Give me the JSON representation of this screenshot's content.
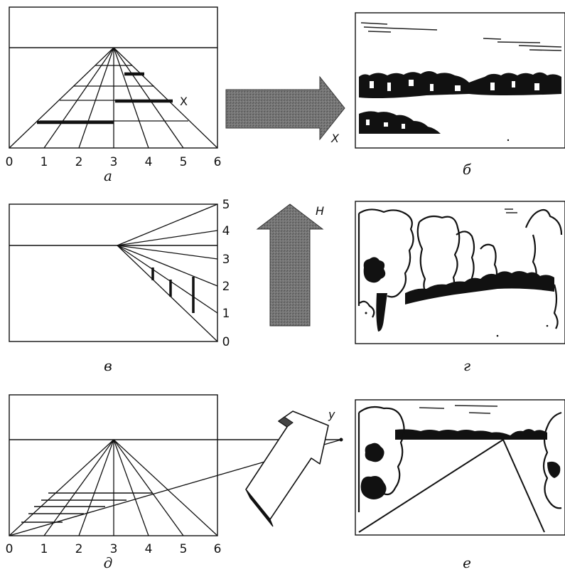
{
  "panels": {
    "a": {
      "caption": "а",
      "ticks": [
        "0",
        "1",
        "2",
        "3",
        "4",
        "5",
        "6"
      ],
      "axis_label": "X"
    },
    "b": {
      "caption": "б"
    },
    "c": {
      "caption": "в",
      "ticks": [
        "5",
        "4",
        "3",
        "2",
        "1",
        "0"
      ]
    },
    "d": {
      "caption": "г"
    },
    "e": {
      "caption": "д",
      "ticks": [
        "0",
        "1",
        "2",
        "3",
        "4",
        "5",
        "6"
      ]
    },
    "f": {
      "caption": "е"
    }
  },
  "arrows": {
    "horizontal_label": "X",
    "vertical_label": "H",
    "diagonal_label": "y"
  },
  "colors": {
    "ink": "#111111",
    "arrow_fill": "#6f6f6f",
    "paper": "#ffffff"
  }
}
